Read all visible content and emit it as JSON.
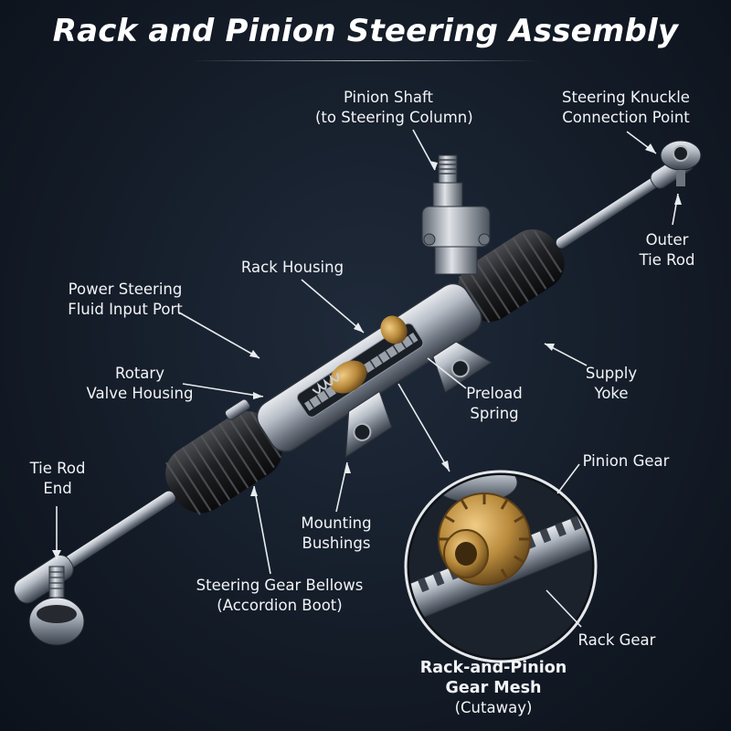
{
  "title": "Rack and Pinion Steering Assembly",
  "labels": {
    "pinion_shaft": [
      "Pinion Shaft",
      "(to Steering Column)"
    ],
    "steering_knuckle": [
      "Steering Knuckle",
      "Connection Point"
    ],
    "outer_tie_rod": [
      "Outer",
      "Tie Rod"
    ],
    "rack_housing": [
      "Rack Housing"
    ],
    "power_steering_port": [
      "Power Steering",
      "Fluid Input Port"
    ],
    "rotary_valve": [
      "Rotary",
      "Valve Housing"
    ],
    "supply_yoke": [
      "Supply",
      "Yoke"
    ],
    "preload_spring": [
      "Preload",
      "Spring"
    ],
    "tie_rod_end": [
      "Tie Rod",
      "End"
    ],
    "pinion_gear": [
      "Pinion Gear"
    ],
    "mounting_bushings": [
      "Mounting",
      "Bushings"
    ],
    "steering_gear_bellows": [
      "Steering Gear Bellows",
      "(Accordion Boot)"
    ],
    "rack_gear": [
      "Rack Gear"
    ],
    "gear_mesh": [
      "Rack-and-Pinion",
      "Gear Mesh",
      "(Cutaway)"
    ]
  },
  "colors": {
    "background": "#141c28",
    "metal": "#b9bec6",
    "rubber": "#1c1c1e",
    "brass": "#b88a3c",
    "text": "#ffffff"
  }
}
